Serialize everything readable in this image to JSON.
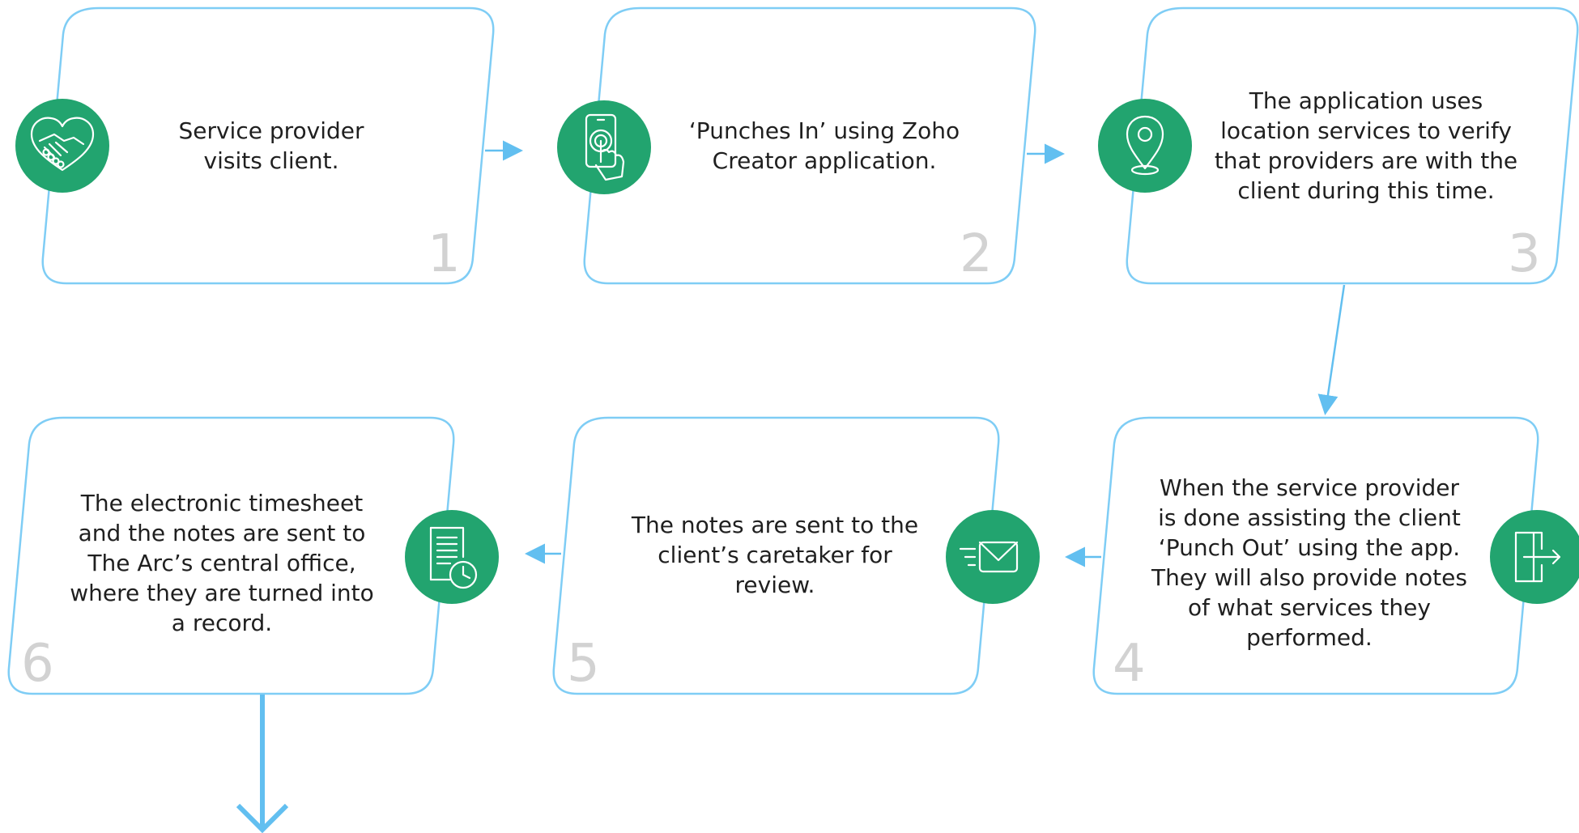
{
  "colors": {
    "outline": "#7fcdf5",
    "arrow": "#62bff0",
    "icon_fill": "#22a46f",
    "number": "#d2d2d2",
    "text": "#1f1f1f"
  },
  "steps": [
    {
      "number": "1",
      "text": "Service provider visits client.",
      "icon": "handshake-heart-icon"
    },
    {
      "number": "2",
      "text": "‘Punches In’ using Zoho Creator application.",
      "icon": "phone-touch-icon"
    },
    {
      "number": "3",
      "text": "The application uses location services to verify that providers are with the client during this time.",
      "icon": "location-pin-icon"
    },
    {
      "number": "4",
      "text": "When the service provider is done assisting the client ‘Punch Out’ using the app. They will also provide notes of what services they performed.",
      "icon": "exit-door-icon"
    },
    {
      "number": "5",
      "text": "The notes are sent to the client’s caretaker for review.",
      "icon": "send-mail-icon"
    },
    {
      "number": "6",
      "text": "The electronic timesheet and the notes are sent to The Arc’s central office, where they are turned into a record.",
      "icon": "timesheet-clock-icon"
    }
  ]
}
